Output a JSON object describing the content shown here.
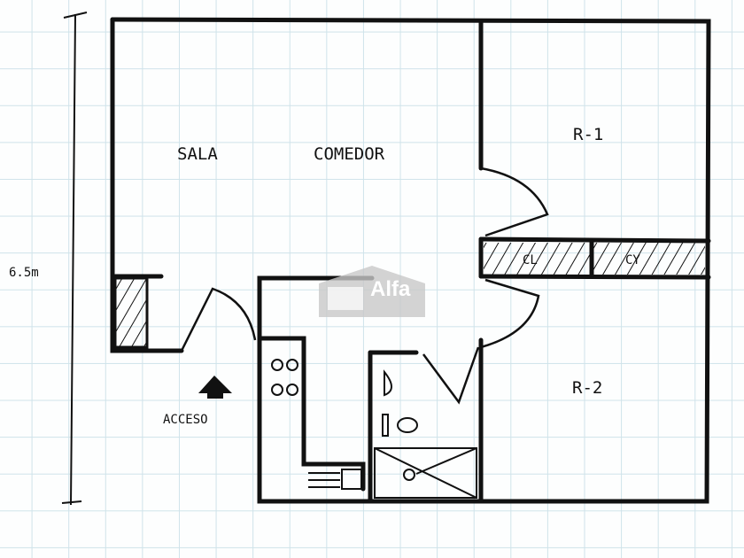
{
  "rooms": {
    "sala": "SALA",
    "comedor": "COMEDOR",
    "r1": "R-1",
    "r2": "R-2"
  },
  "dimension": "6.5m",
  "entrance": "ACCESO",
  "closets": {
    "cl": "CL",
    "cy": "CY"
  },
  "watermark": "Alfa",
  "colors": {
    "ink": "#111111",
    "grid": "#cfe3ea",
    "watermark": "#c8c8c8"
  }
}
